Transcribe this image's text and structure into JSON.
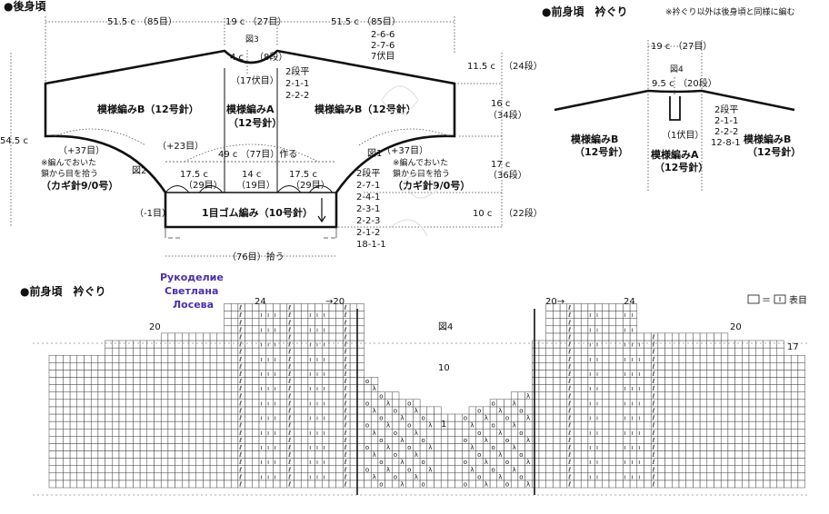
{
  "back": {
    "title": "●後身頃",
    "top_left_width": "51.5 c （85目）",
    "top_mid_width": "19 c （27目）",
    "top_right_width": "51.5 c （85目）",
    "fig3": "図3",
    "neck_depth": "4 c",
    "neck_rows": "（8段）",
    "neck_bind": "（17伏目）",
    "neck_dec": [
      "2段平",
      "2-1-1",
      "2-2-2"
    ],
    "shoulder_dec": [
      "2-6-6",
      "2-7-6",
      "7伏目"
    ],
    "right_h1": "11.5 c",
    "right_h1_rows": "（24段）",
    "right_h2": "16 c",
    "right_h2_rows": "（34段）",
    "right_h3": "17 c",
    "right_h3_rows": "（36段）",
    "right_h4": "10 c",
    "right_h4_rows": "（22段）",
    "left_total": "54.5 c",
    "pattern_b_left": "模様編みB（12号針）",
    "pattern_a_1": "模様編みA",
    "pattern_a_2": "（12号針）",
    "pattern_b_right": "模様編みB（12号針）",
    "pick_left": "（+37目）",
    "pick_left_note1": "※編んでおいた",
    "pick_left_note2": "鎖から目を拾う",
    "pick_left_hook": "（カギ針9/0号）",
    "inc_23": "（+23目）",
    "fig2": "図2",
    "make_49": "49 c （77目）作る",
    "fig1": "図1",
    "pick_right": "（+37目）",
    "pick_right_note1": "※編んでおいた",
    "pick_right_note2": "鎖から目を拾う",
    "pick_right_hook": "（カギ針9/0号）",
    "inc_list": [
      "2段平",
      "2-7-1",
      "2-4-1",
      "2-3-1",
      "2-2-3",
      "2-1-2",
      "18-1-1"
    ],
    "w_a": "17.5 c",
    "w_a_st": "（29目）",
    "w_b": "14 c",
    "w_b_st": "（19目）",
    "w_c": "17.5 c",
    "w_c_st": "（29目）",
    "minus1": "（-1目）",
    "ribbing": "1目ゴム編み（10号針）",
    "pick76": "（76目）拾う"
  },
  "front": {
    "title": "●前身頃　衿ぐり",
    "note": "※衿ぐり以外は後身頃と同様に編む",
    "width": "19 c （27目）",
    "fig4": "図4",
    "neck_depth": "9.5 c",
    "neck_rows": "（20段）",
    "bind": "（1伏目）",
    "dec": [
      "2段平",
      "2-1-1",
      "2-2-2",
      "12-8-1"
    ],
    "pattern_b_left_1": "模様編みB",
    "pattern_b_left_2": "（12号針）",
    "pattern_a_1": "模様編みA",
    "pattern_a_2": "（12号針）",
    "pattern_b_right_1": "模様編みB",
    "pattern_b_right_2": "（12号針）"
  },
  "chart": {
    "title": "●前身頃　衿ぐり",
    "legend_eq": "＝",
    "legend_text": "表目",
    "fig4": "図4",
    "row_left_24": "24",
    "row_left_arrow20": "→20",
    "row_left_20": "20",
    "row_right_arrow20": "20→",
    "row_right_24": "24",
    "row_right_20": "20",
    "row_right_17": "17",
    "row_10": "10",
    "row_1": "1",
    "watermark": [
      "Рукоделие",
      "Светлана",
      "Лосева"
    ]
  }
}
